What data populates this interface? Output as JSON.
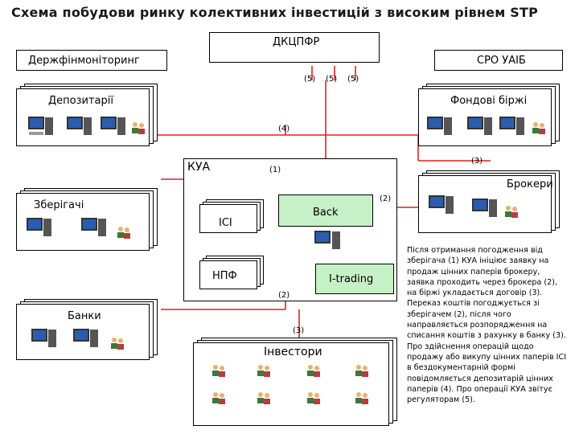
{
  "title": "Схема побудови ринку колективних інвестицій з високим рівнем STP",
  "nodes": {
    "dkcpfr": "ДКЦПФР",
    "derzhfin": "Держфінмоніторинг",
    "sro": "СРО УАІБ",
    "depos": "Депозитарії",
    "birzhi": "Фондові біржі",
    "kua": "КУА",
    "brokery": "Брокери",
    "zberig": "Зберігачі",
    "isi": "ІСІ",
    "back": "Back",
    "npf": "НПФ",
    "itrading": "I-trading",
    "banky": "Банки",
    "investory": "Інвестори"
  },
  "markers": {
    "m5a": "(5)",
    "m5b": "(5)",
    "m5c": "(5)",
    "m4": "(4)",
    "m3a": "(3)",
    "m1": "(1)",
    "m2a": "(2)",
    "m2b": "(2)",
    "m3b": "(3)"
  },
  "description": "Після отримання погодження від зберігача (1) КУА ініціює заявку на продаж цінних паперів брокеру, заявка проходить через брокера (2), на біржі укладається договір (3). Переказ коштів погоджується зі зберігачем (2), після чого направляється розпорядження на списання коштів з рахунку в банку (3). Про здійснення операцій щодо продажу або викупу цінних паперів ІСІ в бездокументарній формі повідомляється депозитарій цінних паперів (4). Про операції КУА звітує регуляторам (5).",
  "colors": {
    "wire": "#e02020",
    "accent_box": "#c6f0c6",
    "title_text": "#1a1a1a"
  },
  "icons": [
    "computer-icon",
    "users-icon"
  ]
}
